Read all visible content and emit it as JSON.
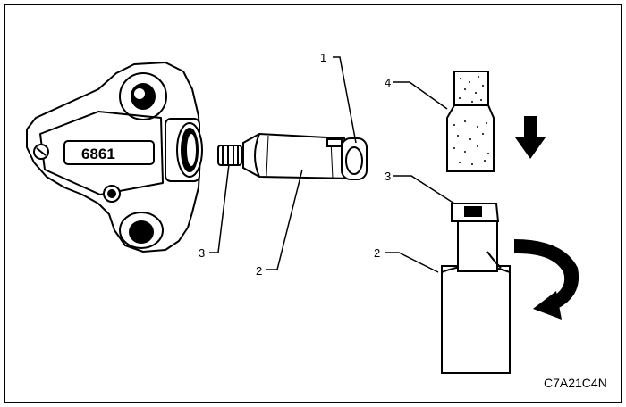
{
  "callouts": {
    "left_1": "1",
    "left_2": "2",
    "left_3": "3",
    "right_2": "2",
    "right_3": "3",
    "right_4": "4"
  },
  "housing_stamp": "6861",
  "figure_code": "C7A21C4N",
  "colors": {
    "ink": "#000000",
    "paper": "#ffffff"
  }
}
